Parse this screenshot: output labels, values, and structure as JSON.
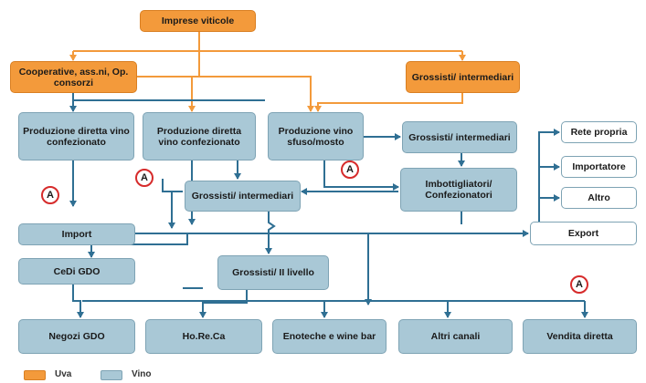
{
  "nodes": {
    "imprese_viticole": "Imprese viticole",
    "cooperative": "Cooperative, ass.ni, Op. consorzi",
    "grossisti_top": "Grossisti/ intermediari",
    "prod_dir_1": "Produzione diretta vino confezionato",
    "prod_dir_2": "Produzione diretta vino confezionato",
    "prod_sfuso": "Produzione vino sfuso/mosto",
    "grossisti_right": "Grossisti/ intermediari",
    "grossisti_center": "Grossisti/ intermediari",
    "imbottigliatori": "Imbottigliatori/ Confezionatori",
    "rete_propria": "Rete propria",
    "importatore": "Importatore",
    "altro": "Altro",
    "import": "Import",
    "export": "Export",
    "cedi_gdo": "CeDi GDO",
    "grossisti_ii": "Grossisti/ II livello",
    "negozi_gdo": "Negozi GDO",
    "horeca": "Ho.Re.Ca",
    "enoteche": "Enoteche e wine bar",
    "altri_canali": "Altri canali",
    "vendita_diretta": "Vendita diretta"
  },
  "marker_label": "A",
  "legend": {
    "uva": "Uva",
    "vino": "Vino"
  },
  "colors": {
    "uva": "#f39a3b",
    "vino": "#a9c8d6",
    "arrow_uva": "#f39a3b",
    "arrow_vino": "#2f6f93",
    "marker_ring": "#d62b2b"
  }
}
